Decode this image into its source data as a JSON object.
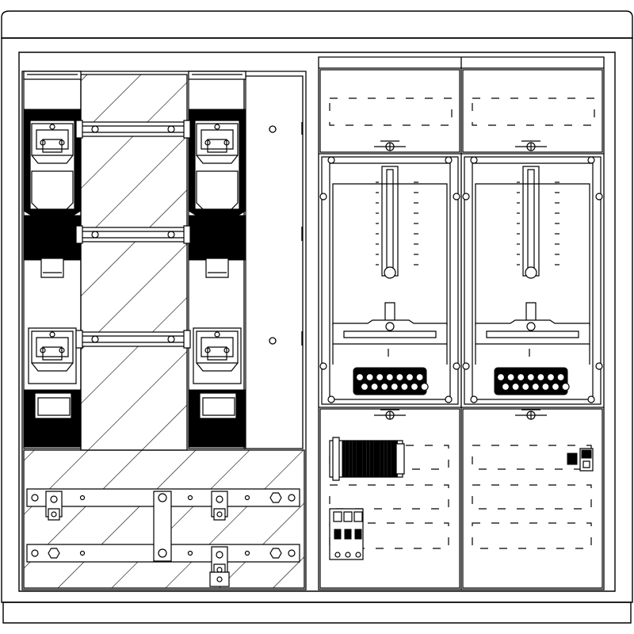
{
  "drawing": {
    "subject": "electrical-cabinet-elevation",
    "colors": {
      "stroke": "#000000",
      "background": "#ffffff",
      "fill_dark": "#000000",
      "fill_light": "#ffffff"
    },
    "left_section": {
      "fuse_switch_columns": 2,
      "busbars_per_column": 3,
      "hatched_panels": 2
    },
    "right_section": {
      "top_blank_covers": 2,
      "meter_panels": 2,
      "bottom_compartments": 2,
      "bottom_left_devices": [
        "terminal-block-rail",
        "three-pole-circuit-breaker"
      ],
      "bottom_right_devices": [
        "small-relay",
        "small-switch"
      ]
    }
  }
}
